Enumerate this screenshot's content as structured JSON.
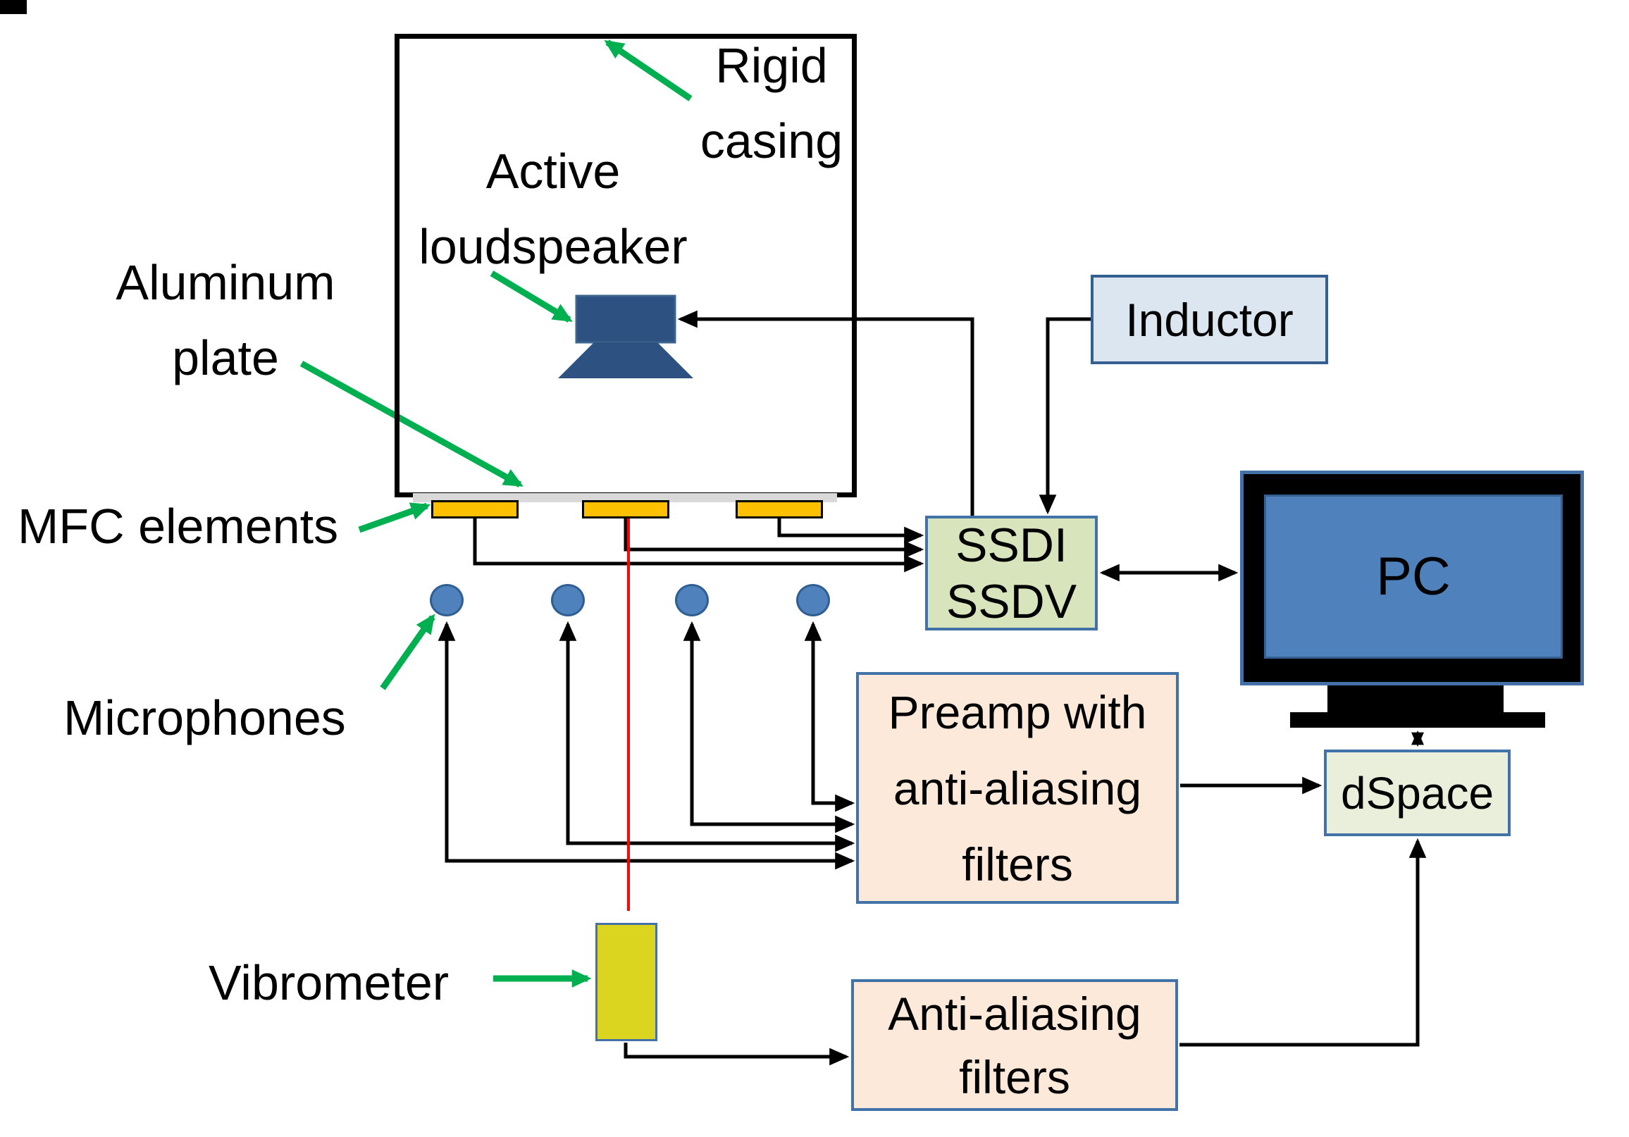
{
  "title": "Experimental setup diagram",
  "labels": {
    "rigid_casing_1": "Rigid",
    "rigid_casing_2": "casing",
    "active_loudspeaker_1": "Active",
    "active_loudspeaker_2": "loudspeaker",
    "aluminum_plate_1": "Aluminum",
    "aluminum_plate_2": "plate",
    "mfc_elements": "MFC elements",
    "microphones": "Microphones",
    "vibrometer": "Vibrometer"
  },
  "boxes": {
    "inductor": "Inductor",
    "ssdi_line1": "SSDI",
    "ssdi_line2": "SSDV",
    "pc": "PC",
    "preamp_line1": "Preamp with",
    "preamp_line2": "anti-aliasing",
    "preamp_line3": "filters",
    "dspace": "dSpace",
    "anti_aliasing_line1": "Anti-aliasing",
    "anti_aliasing_line2": "filters"
  },
  "components": {
    "mfc_element_count": 3,
    "microphone_count": 4
  },
  "colors": {
    "annotation_arrow_green": "#00B050",
    "laser_red": "#FF0000",
    "mfc_orange": "#FFC000",
    "aluminum_plate_gray": "#D9D9D9",
    "loudspeaker_blue": "#2D5282",
    "microphone_blue": "#4F81BD",
    "inductor_fill": "#DCE6F1",
    "ssdi_fill": "#D7E4BC",
    "dspace_fill": "#E9EFDB",
    "filter_box_fill": "#FDE9D9",
    "vibrometer_yellow": "#DBD51F",
    "pc_screen_blue": "#4F81BD",
    "box_border_blue": "#4173A9"
  },
  "connections": [
    "SSDI/SSDV -> Active loudspeaker",
    "Inductor -> SSDI/SSDV",
    "MFC element 1 -> SSDI/SSDV",
    "MFC element 2 -> SSDI/SSDV",
    "MFC element 3 -> SSDI/SSDV",
    "SSDI/SSDV <-> PC",
    "Microphone 1 -> Preamp with anti-aliasing filters",
    "Microphone 2 -> Preamp with anti-aliasing filters",
    "Microphone 3 -> Preamp with anti-aliasing filters",
    "Microphone 4 -> Preamp with anti-aliasing filters",
    "Preamp with anti-aliasing filters -> dSpace",
    "PC <-> dSpace",
    "Vibrometer -> Anti-aliasing filters",
    "Anti-aliasing filters -> dSpace",
    "MFC element 2 -> Vibrometer (laser line)"
  ]
}
